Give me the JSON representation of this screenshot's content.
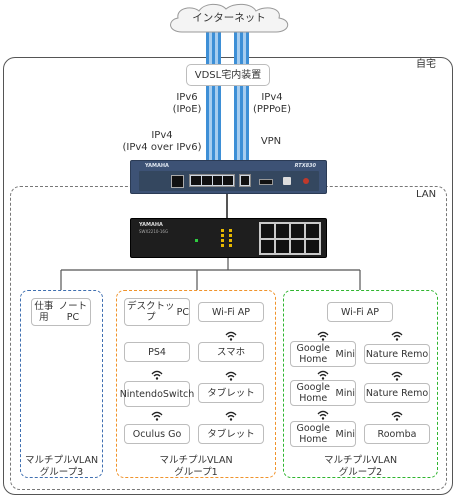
{
  "internet": "インターネット",
  "home_label": "自宅",
  "lan_label": "LAN",
  "vdsl": "VDSL宅内装置",
  "ipv6_label": [
    "IPv6",
    "(IPoE)"
  ],
  "ipv4_pppoe_label": [
    "IPv4",
    "(PPPoE)"
  ],
  "ipv4_over_label": [
    "IPv4",
    "(IPv4 over IPv6)"
  ],
  "vpn_label": "VPN",
  "router": {
    "brand": "YAMAHA",
    "model": "RTX830"
  },
  "switch": {
    "brand": "YAMAHA",
    "model": "SWX2210-16G"
  },
  "groups": {
    "g3": {
      "label": [
        "マルチプルVLAN",
        "グループ3"
      ],
      "color": "#3f6fb0",
      "devices": [
        {
          "label": [
            "仕事用",
            "ノートPC"
          ]
        }
      ]
    },
    "g1": {
      "label": [
        "マルチプルVLAN",
        "グループ1"
      ],
      "color": "#f0932b",
      "col1": [
        {
          "label": [
            "デスクトップ",
            "PC"
          ]
        },
        {
          "label": [
            "PS4"
          ]
        },
        {
          "label": [
            "Nintendo",
            "Switch"
          ]
        },
        {
          "label": [
            "Oculus Go"
          ]
        }
      ],
      "col2": [
        {
          "label": [
            "Wi-Fi AP"
          ]
        },
        {
          "label": [
            "スマホ"
          ]
        },
        {
          "label": [
            "タブレット"
          ]
        },
        {
          "label": [
            "タブレット"
          ]
        }
      ]
    },
    "g2": {
      "label": [
        "マルチプルVLAN",
        "グループ2"
      ],
      "color": "#2fb52f",
      "ap": {
        "label": [
          "Wi-Fi AP"
        ]
      },
      "col1": [
        {
          "label": [
            "Google Home",
            "Mini"
          ]
        },
        {
          "label": [
            "Google Home",
            "Mini"
          ]
        },
        {
          "label": [
            "Google Home",
            "Mini"
          ]
        }
      ],
      "col2": [
        {
          "label": [
            "Nature Remo"
          ]
        },
        {
          "label": [
            "Nature Remo"
          ]
        },
        {
          "label": [
            "Roomba"
          ]
        }
      ]
    }
  },
  "colors": {
    "fiber_blue": "#3d8fd6",
    "fiber_white": "#ffffff",
    "router_body": "#3d5275",
    "switch_body": "#1e1e1e"
  }
}
